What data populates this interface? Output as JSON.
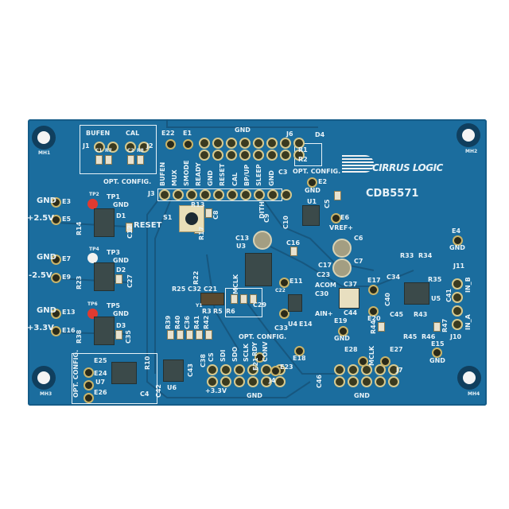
{
  "board": {
    "brand": "CIRRUS LOGIC",
    "model": "CDB5571",
    "color": "#1b6d9e"
  },
  "labels": {
    "gnd_top": "GND",
    "e22": "E22",
    "e1": "E1",
    "bufen": "BUFEN",
    "cal": "CAL",
    "j1": "J1",
    "j2": "J2",
    "c1": "C1",
    "r7": "R7",
    "c2": "C2",
    "r8": "R8",
    "opt1": "OPT. CONFIG.",
    "j3": "J3",
    "p_bufen": "BUFEN",
    "p_mux": "MUX",
    "p_smode": "SMODE",
    "p_ready": "READY",
    "p_gnd": "GND",
    "p_reset": "RESET",
    "p_cal": "CAL",
    "p_bpup": "BP/UP",
    "p_sleep": "SLEEP",
    "p_gnd2": "GND",
    "dith": "DITH",
    "j6": "J6",
    "d4": "D4",
    "r1": "R1",
    "r2": "R2",
    "c3": "C3",
    "opt2": "OPT. CONFIG.",
    "mh1": "MH1",
    "mh2": "MH2",
    "mh3": "MH3",
    "mh4": "MH4",
    "e2": "E2",
    "gnd_e2": "GND",
    "u1": "U1",
    "c5": "C5",
    "e6": "E6",
    "vref": "VREF+",
    "s1": "S1",
    "reset": "RESET",
    "r13": "R13",
    "c8": "C8",
    "c13": "C13",
    "u3": "U3",
    "c9": "C9",
    "c10": "C10",
    "r17": "R17",
    "gnd_e3": "GND",
    "e3": "E3",
    "p25": "+2.5V",
    "e5": "E5",
    "tp2": "TP2",
    "tp1": "TP1",
    "gnd_tp1": "GND",
    "d1": "D1",
    "r14": "R14",
    "c12": "C12",
    "gnd_e7": "GND",
    "e7": "E7",
    "tp4": "TP4",
    "tp3": "TP3",
    "gnd_tp3": "GND",
    "m25": "-2.5V",
    "e9": "E9",
    "d2": "D2",
    "r23": "R23",
    "c27": "C27",
    "gnd_e13": "GND",
    "e13": "E13",
    "tp6": "TP6",
    "tp5": "TP5",
    "gnd_tp5": "GND",
    "p33": "+3.3V",
    "e16": "E16",
    "d3": "D3",
    "r38": "R38",
    "c35": "C35",
    "e4": "E4",
    "gnd_e4": "GND",
    "c6": "C6",
    "c7": "C7",
    "c16": "C16",
    "c17": "C17",
    "c23": "C23",
    "acom": "ACOM",
    "e11": "E11",
    "c30": "C30",
    "c22": "C22",
    "ainp": "AIN+",
    "u4": "U4",
    "e14": "E14",
    "c37": "C37",
    "c44": "C44",
    "e17": "E17",
    "e20": "E20",
    "r33": "R33",
    "r34": "R34",
    "r35": "R35",
    "u5": "U5",
    "c34": "C34",
    "c40": "C40",
    "c41": "C41",
    "c45": "C45",
    "r43": "R43",
    "r44": "R44",
    "r45": "R45",
    "r46": "R46",
    "r47": "R47",
    "j11": "J11",
    "in_b": "IN_B",
    "in_a": "IN_A",
    "j10": "J10",
    "e15": "E15",
    "gnd_e15": "GND",
    "e19": "E19",
    "gnd_e19": "GND",
    "c33": "C33",
    "e18": "E18",
    "e23": "E23",
    "e21": "E21",
    "opt3": "OPT. CONFIG.",
    "j4": "J4",
    "cs": "CS",
    "sdi": "SDI",
    "sdo": "SDO",
    "sclk": "SCLK",
    "rdy": "RDY",
    "conv": "CONV",
    "r3": "R3",
    "r5": "R5",
    "r6": "R6",
    "c29": "C29",
    "r25": "R25",
    "c32": "C32",
    "c21": "C21",
    "y1": "Y1",
    "r22": "R22",
    "r39": "R39",
    "r40": "R40",
    "c36": "C36",
    "r41": "R41",
    "r42": "R42",
    "c38": "C38",
    "mclk_r": "MCLK",
    "p33b": "+3.3V",
    "gnd_j4": "GND",
    "gnd_j7": "GND",
    "j7": "J7",
    "e28": "E28",
    "mclk": "MCLK",
    "e27": "E27",
    "c46": "C46",
    "e25": "E25",
    "e24": "E24",
    "e26": "E26",
    "u7": "U7",
    "r10": "R10",
    "c4": "C4",
    "opt4": "OPT. CONFIG.",
    "c42": "C42",
    "u6": "U6",
    "c43": "C43"
  }
}
